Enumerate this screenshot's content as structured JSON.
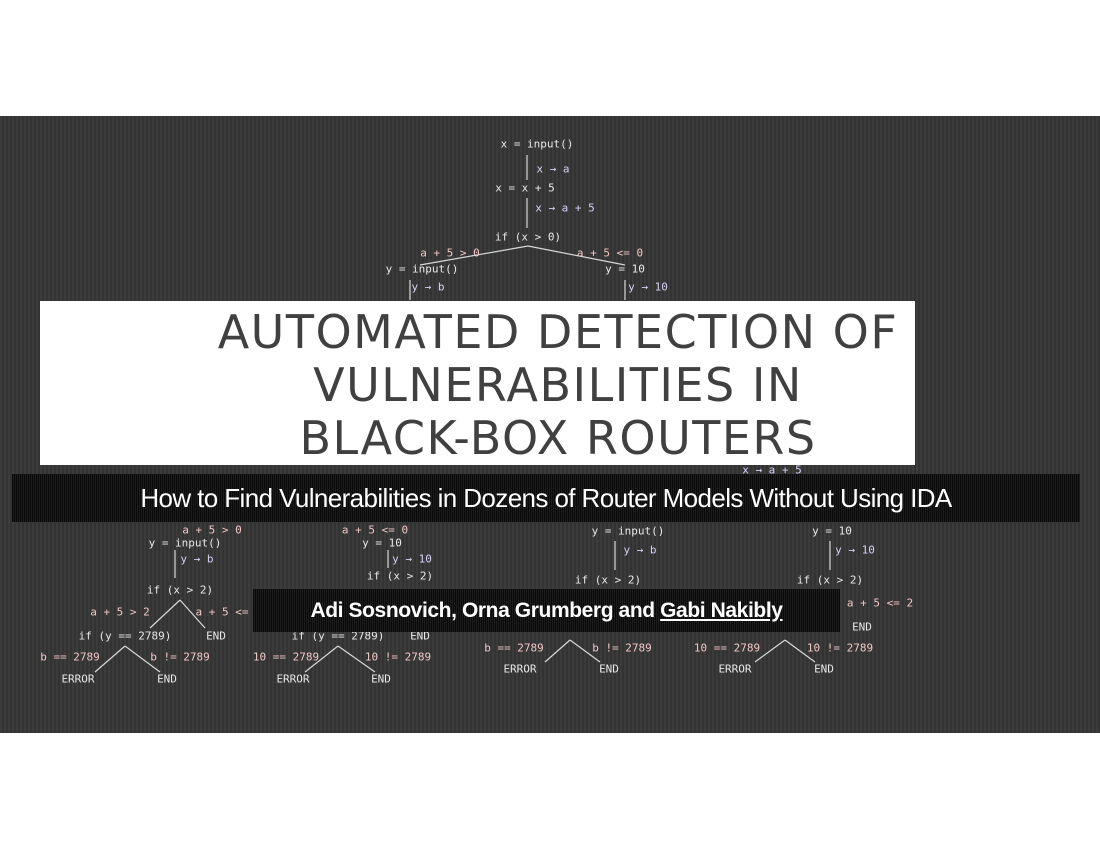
{
  "slide": {
    "title_lines": [
      "AUTOMATED DETECTION OF",
      "VULNERABILITIES IN",
      "BLACK-BOX ROUTERS"
    ],
    "subtitle": "How to Find Vulnerabilities in Dozens of Router Models Without Using IDA",
    "authors_prefix": "Adi Sosnovich, Orna Grumberg and ",
    "authors_linked": "Gabi Nakibly"
  },
  "background_tree": {
    "top": [
      "x = input()",
      "x → a",
      "x = x + 5",
      "x → a + 5",
      "if (x > 0)",
      "a + 5 > 0",
      "a + 5 <= 0",
      "y = input()",
      "y = 10",
      "y → b",
      "y → 10"
    ],
    "bottom_left": [
      "a + 5 > 0",
      "a + 5 <= 0",
      "y = input()",
      "y = 10",
      "y → b",
      "y → 10",
      "if (x > 2)",
      "if (x > 2)",
      "a + 5 > 2",
      "a + 5 <=",
      "if (y == 2789)",
      "END",
      "if (y == 2789)",
      "END",
      "b == 2789",
      "b != 2789",
      "10 == 2789",
      "10 != 2789",
      "ERROR",
      "END",
      "ERROR",
      "END"
    ],
    "bottom_right": [
      "x → a + 5",
      "y = input()",
      "y = 10",
      "y → b",
      "y → 10",
      "if (x > 2)",
      "if (x > 2)",
      "a + 5 <= 2",
      "END",
      "b == 2789",
      "b != 2789",
      "10 == 2789",
      "10 != 2789",
      "ERROR",
      "END",
      "ERROR",
      "END"
    ]
  },
  "colors": {
    "band": "#3b3b3b",
    "title": "#404040",
    "condition": "#f2c6c6",
    "symbolic": "#d4d0f4"
  }
}
